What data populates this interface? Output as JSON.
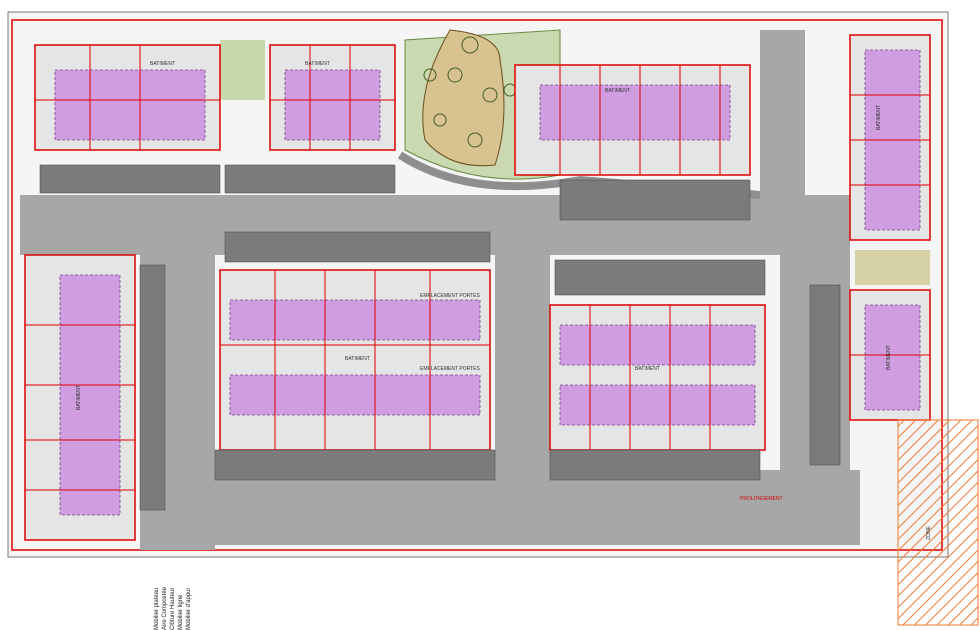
{
  "plan": {
    "labels": {
      "bat_top_left": "BATIMENT",
      "bat_top_mid": "BATIMENT",
      "bat_top_right": "BATIMENT",
      "bat_far_right": "BATIMENT",
      "bat_center": "BATIMENT",
      "bat_center_right": "BATIMENT",
      "bat_left": "BATIMENT",
      "bat_right_lower": "BATIMENT",
      "emplacement_1": "EMPLACEMENT PORTES",
      "emplacement_2": "EMPLACEMENT PORTES",
      "prolongement": "PROLONGEMENT",
      "zone_label": "ZONE"
    }
  },
  "legend": {
    "lines": [
      "Mobilier plateau",
      "Aire Compostée",
      "Clôture Hauteur",
      "Mobilier ligne",
      "Mobilier d'appui"
    ]
  },
  "colors": {
    "road": "#a7a7a7",
    "building": "#e5e5e5",
    "unit": "#cf9de0",
    "red": "#e00000",
    "park": "#cbd9b0",
    "sand": "#d8c28f"
  }
}
